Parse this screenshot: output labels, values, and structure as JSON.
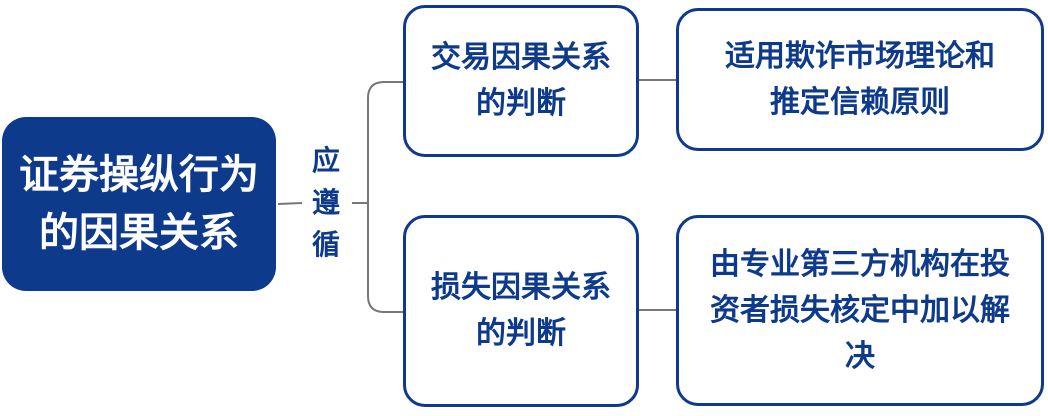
{
  "root": {
    "label": "证券操纵行为的因果关系"
  },
  "connector_label": "应遵循",
  "branches": [
    {
      "label": "交易因果关系的判断",
      "result": "适用欺诈市场理论和推定信赖原则"
    },
    {
      "label": "损失因果关系的判断",
      "result": "由专业第三方机构在投资者损失核定中加以解决"
    }
  ],
  "colors": {
    "primary": "#0e3a8c",
    "line": "#777777"
  }
}
